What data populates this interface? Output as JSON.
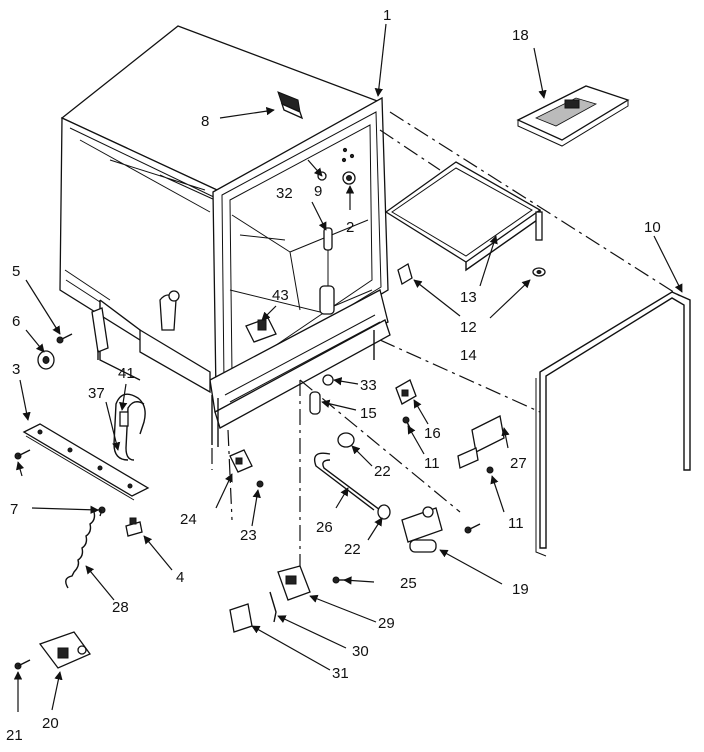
{
  "labels": {
    "l1": "1",
    "l2": "2",
    "l3": "3",
    "l4": "4",
    "l5": "5",
    "l6": "6",
    "l7": "7",
    "l8": "8",
    "l9": "9",
    "l10": "10",
    "l11a": "11",
    "l11b": "11",
    "l12": "12",
    "l13": "13",
    "l14": "14",
    "l15": "15",
    "l16": "16",
    "l18": "18",
    "l19": "19",
    "l20": "20",
    "l21": "21",
    "l22a": "22",
    "l22b": "22",
    "l23": "23",
    "l24": "24",
    "l25": "25",
    "l26": "26",
    "l27": "27",
    "l28": "28",
    "l29": "29",
    "l30": "30",
    "l31": "31",
    "l32": "32",
    "l33": "33",
    "l37": "37",
    "l41": "41",
    "l43": "43"
  }
}
